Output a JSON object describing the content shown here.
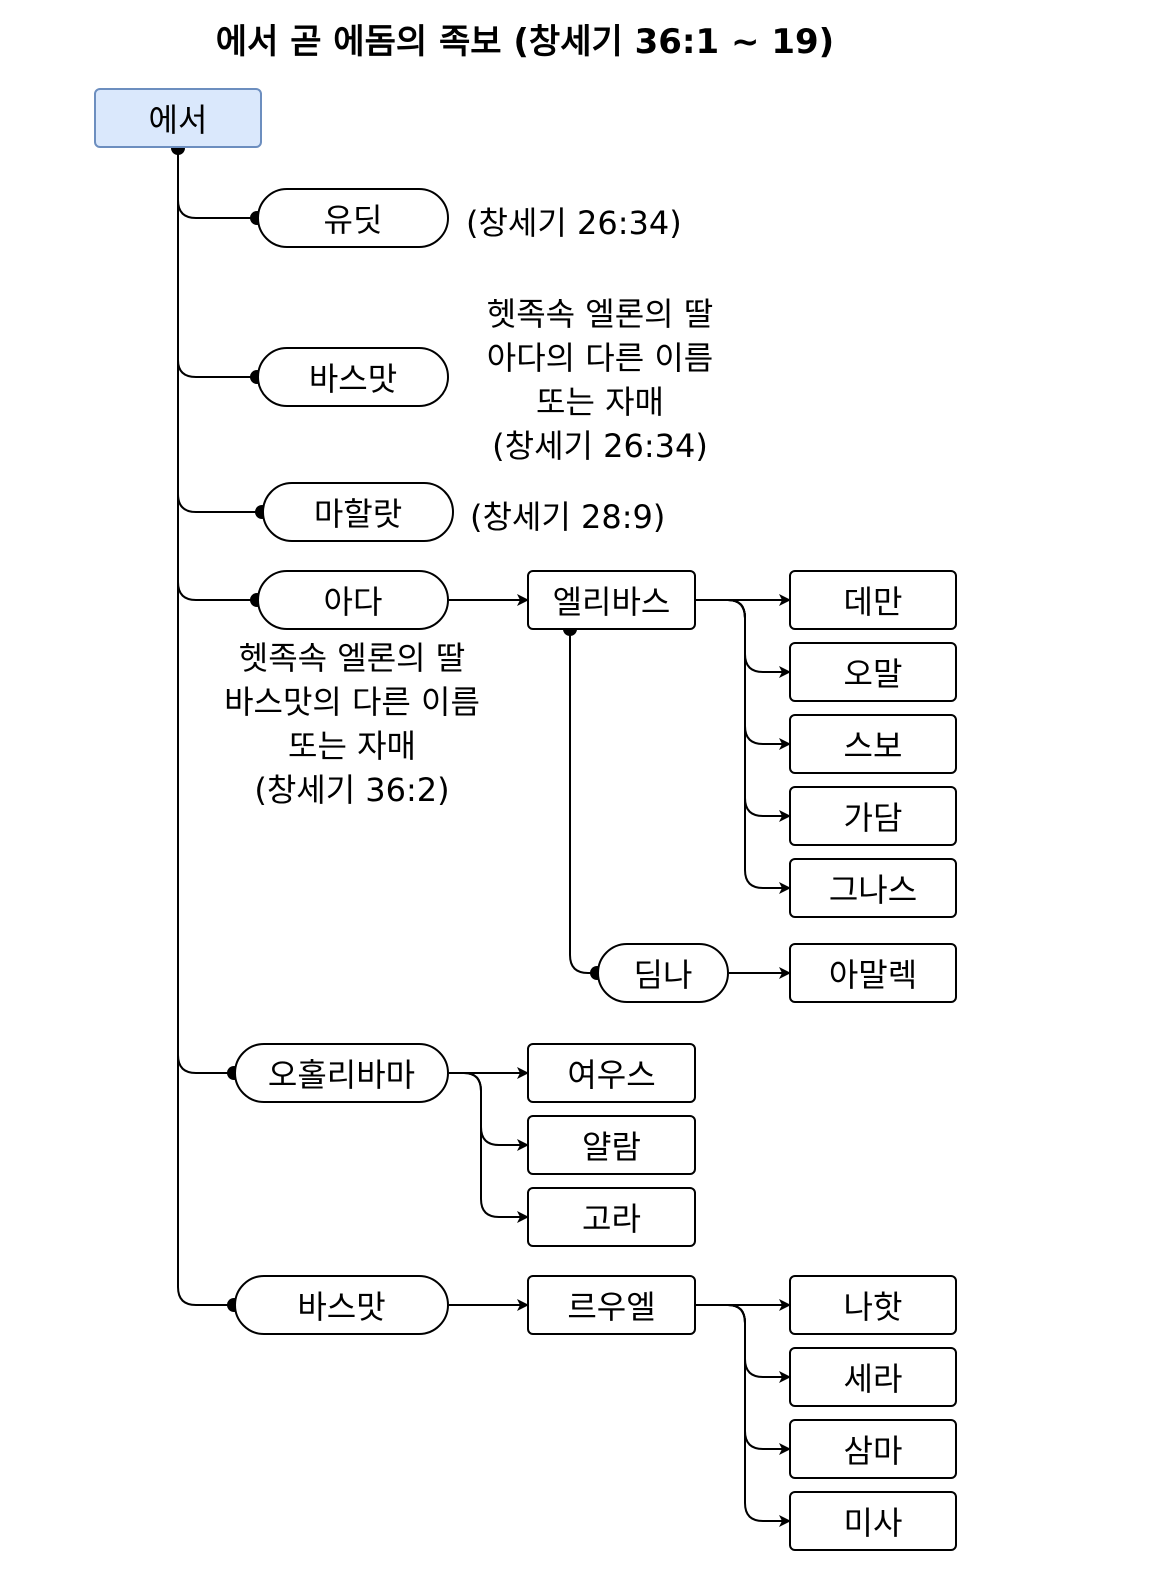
{
  "title": "에서 곧 에돔의 족보 (창세기 36:1 ~ 19)",
  "root": "에서",
  "wives": {
    "judith": {
      "name": "유딧",
      "ref": "(창세기 26:34)"
    },
    "basemath1": {
      "name": "바스맛",
      "note": [
        "헷족속 엘론의 딸",
        "아다의 다른 이름",
        "또는 자매",
        "(창세기 26:34)"
      ]
    },
    "mahalath": {
      "name": "마할랏",
      "ref": "(창세기 28:9)"
    },
    "adah": {
      "name": "아다",
      "note": [
        "헷족속 엘론의 딸",
        "바스맛의 다른 이름",
        "또는 자매",
        "(창세기 36:2)"
      ]
    },
    "oholibamah": {
      "name": "오홀리바마"
    },
    "basemath2": {
      "name": "바스맛"
    }
  },
  "eliphaz": {
    "name": "엘리바스",
    "sons": [
      "데만",
      "오말",
      "스보",
      "가담",
      "그나스"
    ]
  },
  "timna": {
    "name": "딤나",
    "son": "아말렉"
  },
  "oholibamah_sons": [
    "여우스",
    "얄람",
    "고라"
  ],
  "reuel": {
    "name": "르우엘",
    "sons": [
      "나핫",
      "세라",
      "삼마",
      "미사"
    ]
  },
  "colors": {
    "root_fill": "#dae8fc",
    "root_stroke": "#6c8ebf",
    "line": "#000000"
  }
}
